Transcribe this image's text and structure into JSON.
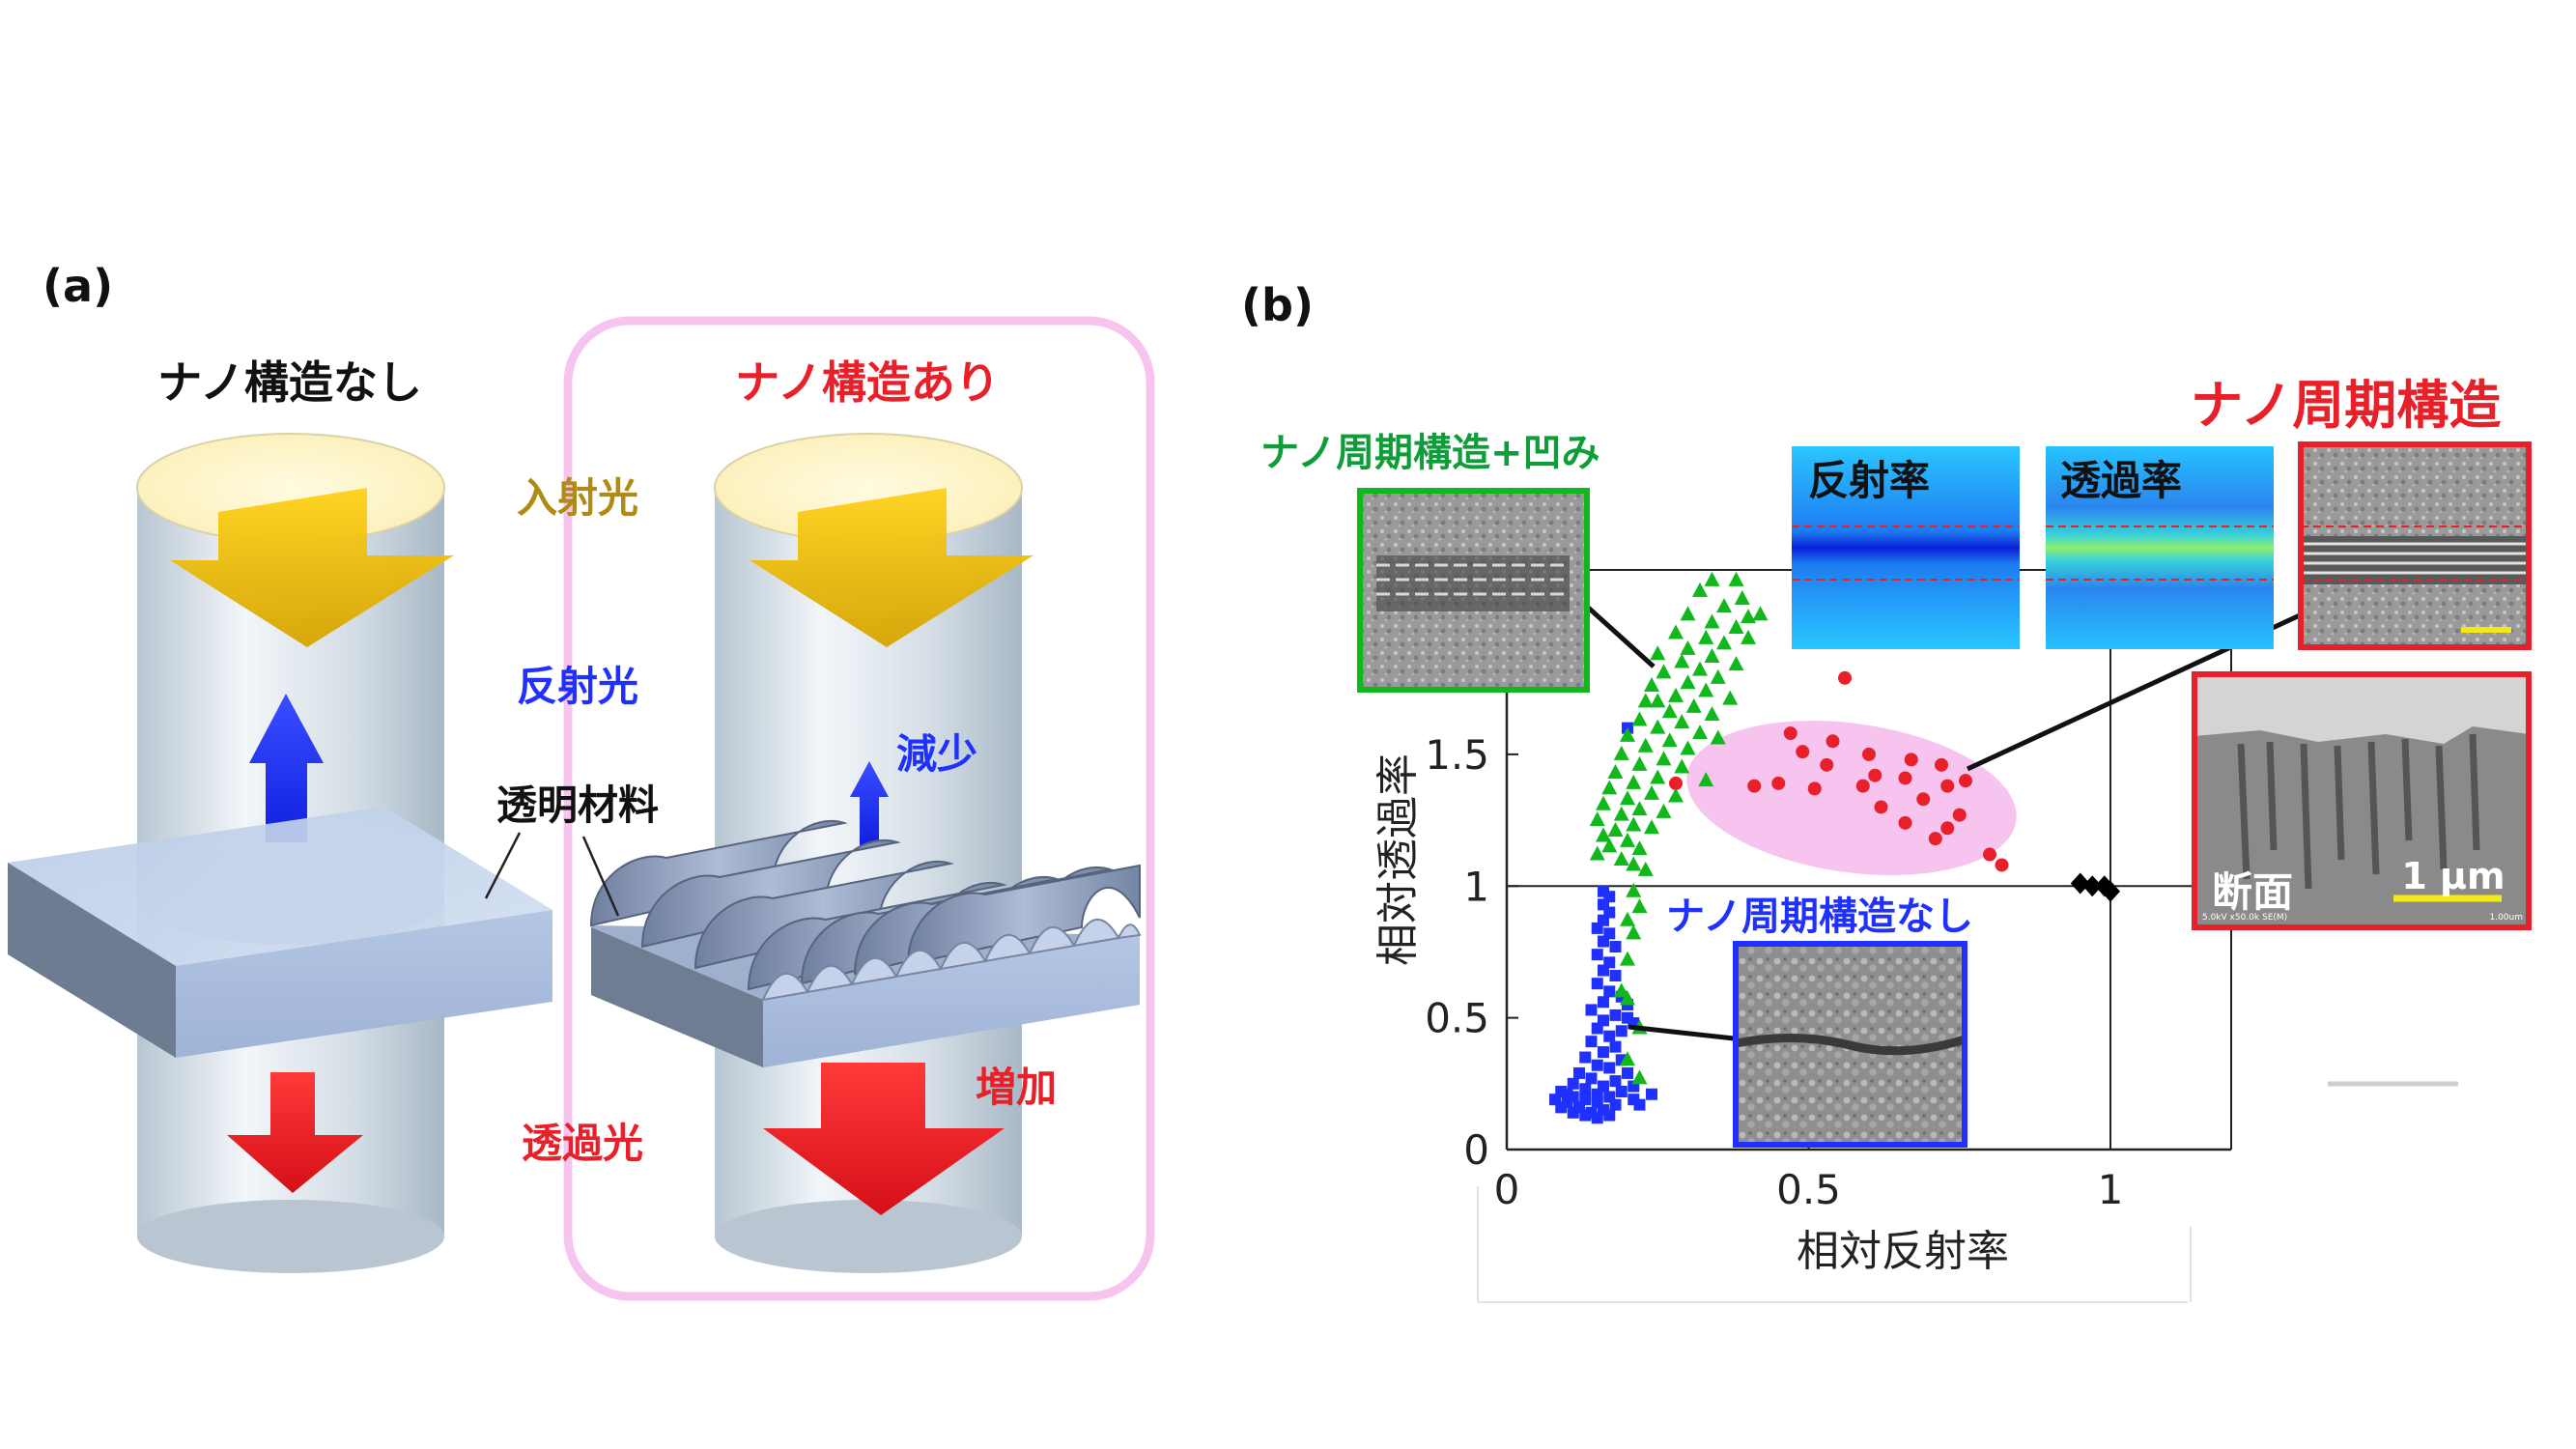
{
  "panel_a": {
    "label": "(a)",
    "left_title": "ナノ構造なし",
    "right_title": "ナノ構造あり",
    "incident_light": "入射光",
    "reflected_light": "反射光",
    "transparent_material": "透明材料",
    "transmitted_light": "透過光",
    "decrease": "減少",
    "increase": "増加",
    "colors": {
      "red_title": "#e8202a",
      "gold": "#b08b14",
      "blue": "#1f30ff",
      "pink_box": "#f6c4ef"
    }
  },
  "panel_b": {
    "label": "(b)",
    "callout_dents": "ナノ周期構造+凹み",
    "callout_periodic": "ナノ周期構造",
    "callout_none": "ナノ周期構造なし",
    "map_reflectance": "反射率",
    "map_transmittance": "透過率",
    "cross_section": "断面",
    "scale_bar": "1 μm",
    "sem_meta": "5.0kV x50.0k SE(M)",
    "sem_meta_right": "1.00um",
    "colors": {
      "green": "#0f9d3a",
      "blue": "#1f30ff",
      "red": "#e8202a"
    }
  },
  "chart_data": {
    "type": "scatter",
    "xlabel": "相対反射率",
    "ylabel": "相対透過率",
    "xlim": [
      0,
      1.2
    ],
    "ylim": [
      0,
      2.2
    ],
    "x_ticks": [
      {
        "value": 0,
        "label": "0"
      },
      {
        "value": 0.5,
        "label": "0.5"
      },
      {
        "value": 1,
        "label": "1"
      }
    ],
    "y_ticks": [
      {
        "value": 0,
        "label": "0"
      },
      {
        "value": 0.5,
        "label": "0.5"
      },
      {
        "value": 1,
        "label": "1"
      },
      {
        "value": 1.5,
        "label": "1.5"
      }
    ],
    "grid_lines": {
      "x": [
        1
      ],
      "y": [
        1
      ]
    },
    "series": [
      {
        "marker": "square",
        "color": "#1f30ff",
        "points": [
          [
            0.16,
            0.98
          ],
          [
            0.17,
            0.96
          ],
          [
            0.16,
            0.93
          ],
          [
            0.17,
            0.9
          ],
          [
            0.16,
            0.87
          ],
          [
            0.15,
            0.84
          ],
          [
            0.17,
            0.82
          ],
          [
            0.16,
            0.79
          ],
          [
            0.18,
            0.77
          ],
          [
            0.15,
            0.74
          ],
          [
            0.17,
            0.71
          ],
          [
            0.16,
            0.68
          ],
          [
            0.18,
            0.66
          ],
          [
            0.15,
            0.63
          ],
          [
            0.17,
            0.6
          ],
          [
            0.19,
            0.58
          ],
          [
            0.16,
            0.56
          ],
          [
            0.14,
            0.53
          ],
          [
            0.18,
            0.51
          ],
          [
            0.16,
            0.49
          ],
          [
            0.15,
            0.46
          ],
          [
            0.19,
            0.45
          ],
          [
            0.17,
            0.43
          ],
          [
            0.14,
            0.41
          ],
          [
            0.18,
            0.39
          ],
          [
            0.16,
            0.37
          ],
          [
            0.13,
            0.35
          ],
          [
            0.19,
            0.34
          ],
          [
            0.15,
            0.32
          ],
          [
            0.17,
            0.31
          ],
          [
            0.12,
            0.29
          ],
          [
            0.2,
            0.29
          ],
          [
            0.14,
            0.27
          ],
          [
            0.18,
            0.26
          ],
          [
            0.11,
            0.25
          ],
          [
            0.16,
            0.24
          ],
          [
            0.21,
            0.24
          ],
          [
            0.13,
            0.23
          ],
          [
            0.09,
            0.22
          ],
          [
            0.19,
            0.22
          ],
          [
            0.15,
            0.21
          ],
          [
            0.24,
            0.21
          ],
          [
            0.11,
            0.2
          ],
          [
            0.17,
            0.2
          ],
          [
            0.08,
            0.19
          ],
          [
            0.13,
            0.19
          ],
          [
            0.21,
            0.19
          ],
          [
            0.1,
            0.18
          ],
          [
            0.15,
            0.18
          ],
          [
            0.18,
            0.17
          ],
          [
            0.12,
            0.16
          ],
          [
            0.09,
            0.16
          ],
          [
            0.16,
            0.15
          ],
          [
            0.14,
            0.14
          ],
          [
            0.11,
            0.14
          ],
          [
            0.13,
            0.13
          ],
          [
            0.17,
            0.13
          ],
          [
            0.15,
            0.12
          ],
          [
            0.1,
            0.21
          ],
          [
            0.22,
            0.17
          ],
          [
            0.2,
            1.6
          ],
          [
            0.2,
            0.55
          ],
          [
            0.2,
            0.5
          ],
          [
            0.21,
            0.48
          ]
        ]
      },
      {
        "marker": "triangle",
        "color": "#11b81b",
        "points": [
          [
            0.34,
            2.16
          ],
          [
            0.38,
            2.16
          ],
          [
            0.32,
            2.12
          ],
          [
            0.39,
            2.09
          ],
          [
            0.36,
            2.06
          ],
          [
            0.3,
            2.03
          ],
          [
            0.42,
            2.03
          ],
          [
            0.34,
            2.0
          ],
          [
            0.38,
            1.98
          ],
          [
            0.28,
            1.96
          ],
          [
            0.33,
            1.94
          ],
          [
            0.4,
            1.94
          ],
          [
            0.36,
            1.92
          ],
          [
            0.3,
            1.9
          ],
          [
            0.25,
            1.88
          ],
          [
            0.34,
            1.87
          ],
          [
            0.29,
            1.85
          ],
          [
            0.38,
            1.84
          ],
          [
            0.32,
            1.82
          ],
          [
            0.26,
            1.81
          ],
          [
            0.35,
            1.79
          ],
          [
            0.3,
            1.77
          ],
          [
            0.24,
            1.76
          ],
          [
            0.33,
            1.74
          ],
          [
            0.28,
            1.72
          ],
          [
            0.37,
            1.71
          ],
          [
            0.23,
            1.7
          ],
          [
            0.31,
            1.68
          ],
          [
            0.27,
            1.66
          ],
          [
            0.34,
            1.65
          ],
          [
            0.22,
            1.63
          ],
          [
            0.29,
            1.62
          ],
          [
            0.25,
            1.6
          ],
          [
            0.32,
            1.58
          ],
          [
            0.2,
            1.57
          ],
          [
            0.27,
            1.55
          ],
          [
            0.23,
            1.53
          ],
          [
            0.3,
            1.52
          ],
          [
            0.19,
            1.5
          ],
          [
            0.26,
            1.48
          ],
          [
            0.22,
            1.46
          ],
          [
            0.29,
            1.45
          ],
          [
            0.18,
            1.43
          ],
          [
            0.25,
            1.41
          ],
          [
            0.21,
            1.39
          ],
          [
            0.33,
            1.4
          ],
          [
            0.17,
            1.37
          ],
          [
            0.24,
            1.35
          ],
          [
            0.2,
            1.33
          ],
          [
            0.28,
            1.34
          ],
          [
            0.16,
            1.31
          ],
          [
            0.22,
            1.29
          ],
          [
            0.19,
            1.27
          ],
          [
            0.26,
            1.28
          ],
          [
            0.15,
            1.25
          ],
          [
            0.21,
            1.23
          ],
          [
            0.18,
            1.21
          ],
          [
            0.24,
            1.22
          ],
          [
            0.16,
            1.19
          ],
          [
            0.2,
            1.17
          ],
          [
            0.17,
            1.15
          ],
          [
            0.22,
            1.14
          ],
          [
            0.15,
            1.12
          ],
          [
            0.19,
            1.1
          ],
          [
            0.21,
            1.08
          ],
          [
            0.23,
            1.06
          ],
          [
            0.21,
            0.98
          ],
          [
            0.22,
            0.92
          ],
          [
            0.2,
            0.87
          ],
          [
            0.21,
            0.82
          ],
          [
            0.2,
            0.72
          ],
          [
            0.2,
            0.57
          ],
          [
            0.19,
            0.6
          ],
          [
            0.22,
            0.46
          ],
          [
            0.2,
            0.34
          ],
          [
            0.22,
            0.27
          ],
          [
            0.4,
            2.02
          ],
          [
            0.35,
            1.56
          ],
          [
            0.25,
            1.7
          ]
        ]
      },
      {
        "marker": "circle",
        "color": "#e8202a",
        "points": [
          [
            0.56,
            1.79
          ],
          [
            0.47,
            1.58
          ],
          [
            0.54,
            1.55
          ],
          [
            0.49,
            1.51
          ],
          [
            0.6,
            1.5
          ],
          [
            0.67,
            1.48
          ],
          [
            0.53,
            1.46
          ],
          [
            0.72,
            1.46
          ],
          [
            0.61,
            1.42
          ],
          [
            0.66,
            1.41
          ],
          [
            0.59,
            1.38
          ],
          [
            0.73,
            1.38
          ],
          [
            0.76,
            1.4
          ],
          [
            0.41,
            1.38
          ],
          [
            0.45,
            1.39
          ],
          [
            0.51,
            1.37
          ],
          [
            0.28,
            1.39
          ],
          [
            0.69,
            1.33
          ],
          [
            0.62,
            1.3
          ],
          [
            0.75,
            1.27
          ],
          [
            0.66,
            1.24
          ],
          [
            0.73,
            1.22
          ],
          [
            0.71,
            1.18
          ],
          [
            0.8,
            1.12
          ],
          [
            0.82,
            1.08
          ]
        ]
      },
      {
        "marker": "diamond",
        "color": "#000000",
        "points": [
          [
            0.99,
            1.0
          ],
          [
            0.95,
            1.01
          ],
          [
            0.97,
            1.0
          ],
          [
            1.0,
            0.98
          ]
        ]
      }
    ]
  }
}
